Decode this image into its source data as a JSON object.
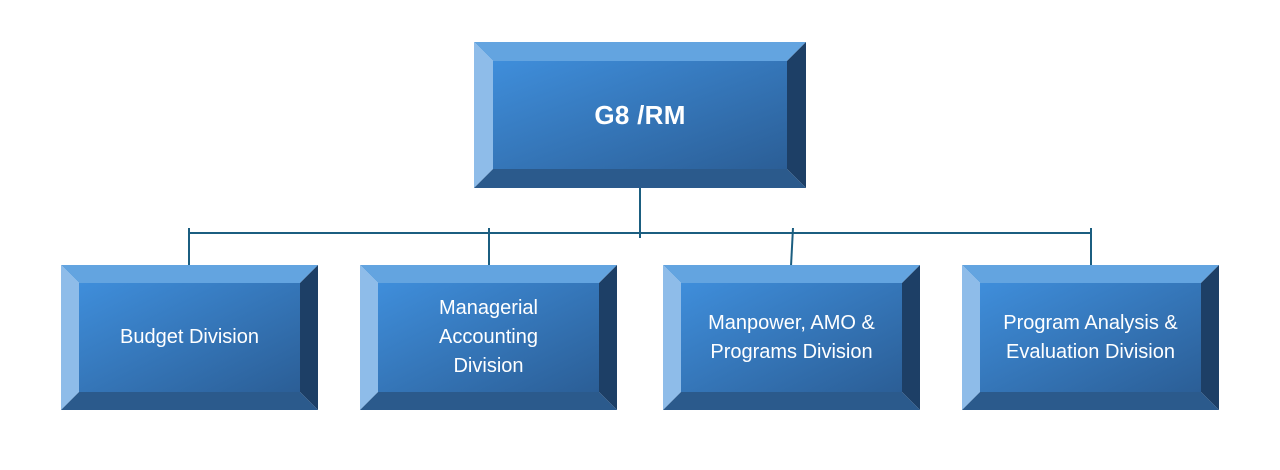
{
  "diagram": {
    "type": "org-chart",
    "colors": {
      "face_start": "#3f8edb",
      "face_end": "#2b5e96",
      "bevel_top": "#63a4e0",
      "bevel_left": "#8ebce9",
      "bevel_right": "#1d3f66",
      "bevel_bottom": "#2b5a8c",
      "connector": "#1b5e80",
      "text": "#ffffff"
    },
    "root": {
      "id": "g8rm",
      "label": "G8 /RM"
    },
    "children": [
      {
        "id": "budget",
        "label": "Budget Division"
      },
      {
        "id": "managerial-accounting",
        "label": "Managerial\nAccounting\nDivision"
      },
      {
        "id": "manpower-amo-programs",
        "label": "Manpower, AMO &\nPrograms Division"
      },
      {
        "id": "program-analysis-evaluation",
        "label": "Program Analysis &\nEvaluation Division"
      }
    ]
  }
}
